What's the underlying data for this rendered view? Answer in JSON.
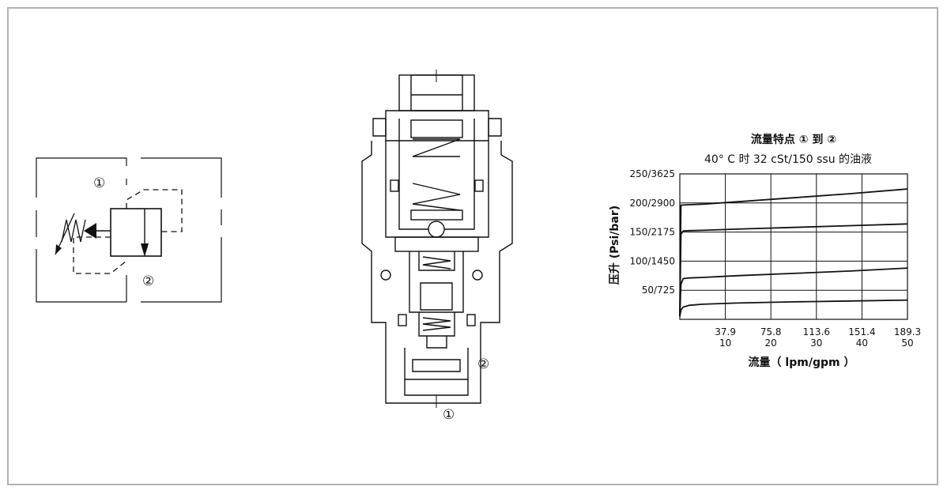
{
  "symbol": {
    "port1": "①",
    "port2": "②"
  },
  "section": {
    "port1": "①",
    "port2": "②"
  },
  "chart_data": {
    "type": "line",
    "title": "流量特点 ① 到 ②",
    "subtitle": "40°  C 时 32 cSt/150 ssu 的油液",
    "xlabel": "流量（ lpm/gpm ）",
    "ylabel": "压升 (Psi/bar)",
    "x_ticks_lpm": [
      "37.9",
      "75.8",
      "113.6",
      "151.4",
      "189.3"
    ],
    "x_ticks_gpm": [
      "10",
      "20",
      "30",
      "40",
      "50"
    ],
    "y_ticks": [
      "50/725",
      "100/1450",
      "150/2175",
      "200/2900",
      "250/3625"
    ],
    "xlim": [
      0,
      200
    ],
    "ylim": [
      0,
      250
    ],
    "grid": true,
    "series": [
      {
        "x": [
          0,
          1,
          3,
          8,
          20,
          50,
          100,
          150,
          200
        ],
        "y": [
          5,
          16,
          21,
          24,
          26,
          28,
          30,
          31.5,
          33
        ]
      },
      {
        "x": [
          0,
          1,
          3,
          8,
          20,
          50,
          100,
          150,
          200
        ],
        "y": [
          5,
          60,
          70,
          71,
          72,
          75,
          79,
          83,
          88
        ]
      },
      {
        "x": [
          0,
          1,
          3,
          8,
          20,
          50,
          100,
          150,
          200
        ],
        "y": [
          5,
          146,
          152,
          152.5,
          153,
          155,
          158,
          161,
          164
        ]
      },
      {
        "x": [
          0,
          1,
          3,
          8,
          20,
          50,
          100,
          150,
          200
        ],
        "y": [
          5,
          196,
          196.5,
          197,
          198,
          202,
          209,
          216,
          224
        ]
      }
    ]
  }
}
